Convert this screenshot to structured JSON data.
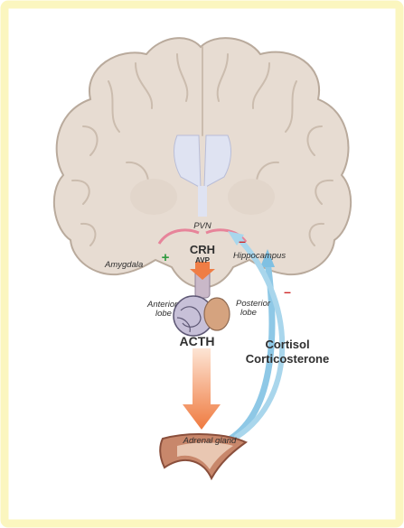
{
  "colors": {
    "frame": "#fbf6bf",
    "brain_fill": "#e7dcd2",
    "brain_stroke": "#b9aa9c",
    "ventricle": "#dfe3f2",
    "orange_arrow": "#ef7d45",
    "blue_arrow": "#8ec8e6",
    "plus_sign": "#2f9a3f",
    "minus_sign": "#cf2a2a",
    "pink_path": "#e7849a"
  },
  "labels": {
    "pvn": "PVN",
    "amygdala": "Amygdala",
    "hippocampus": "Hippocampus",
    "crh": "CRH",
    "avp": "AVP",
    "anterior_lobe": "Anterior\nlobe",
    "posterior_lobe": "Posterior\nlobe",
    "acth": "ACTH",
    "cortisol": "Cortisol",
    "corticosterone": "Corticosterone",
    "adrenal_gland": "Adrenal gland"
  },
  "signs": {
    "amygdala_plus": "+",
    "hippocampus_minus_1": "–",
    "hippocampus_minus_2": "–"
  },
  "icons": [
    "brain-coronal-section",
    "pituitary-gland",
    "adrenal-gland"
  ]
}
